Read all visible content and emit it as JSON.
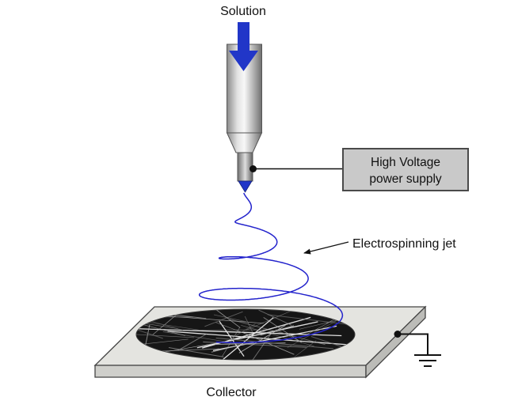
{
  "diagram": {
    "labels": {
      "solution": "Solution",
      "jet": "Electrospinning jet",
      "collector": "Collector"
    },
    "hv_box": {
      "line1": "High Voltage",
      "line2": "power supply"
    },
    "colors": {
      "arrow_blue": "#2136c8",
      "arrow_edge": "#14207a",
      "jet_blue": "#2323cc",
      "box_gray": "#c9c9c9",
      "box_border": "#4a4a4a",
      "plate_top": "#e4e4e0",
      "plate_front": "#cfcfcb",
      "plate_side": "#bcbcb8",
      "mat_dark": "#161616"
    }
  }
}
